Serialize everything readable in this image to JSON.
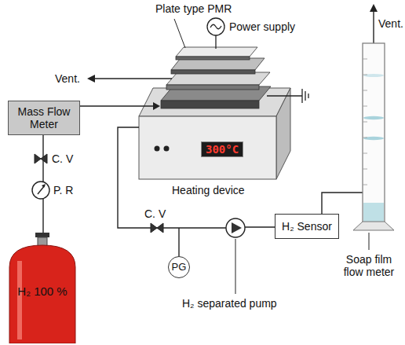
{
  "diagram": {
    "nodes": [
      {
        "text": [
          "Mass Flow Meter"
        ]
      },
      {
        "text": [
          "300°C"
        ]
      },
      {
        "text": [
          "H₂ Sensor"
        ]
      },
      {
        "text": [
          "PG"
        ]
      },
      {
        "text": [
          "H₂ 100 %"
        ]
      }
    ],
    "edges": [
      {
        "from": 4,
        "to": 0,
        "arrow": "none"
      }
    ],
    "labels": [
      "Plate type PMR",
      "Power supply",
      "Vent.",
      "Vent.",
      "C. V",
      "P. R",
      "Heating device",
      "C. V",
      "H₂ separated pump",
      "Soap film flow meter"
    ]
  }
}
